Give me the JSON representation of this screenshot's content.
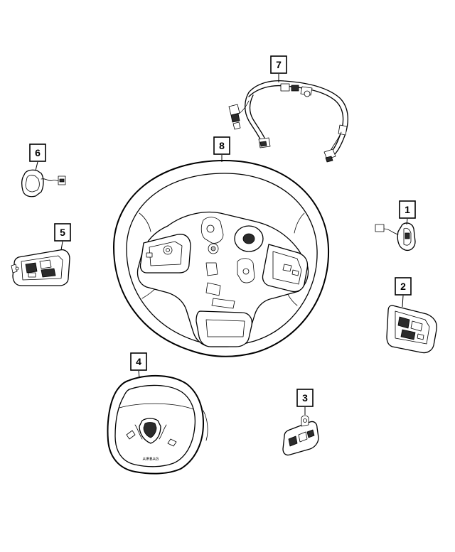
{
  "diagram": {
    "callouts": [
      {
        "id": "1",
        "label": "1"
      },
      {
        "id": "2",
        "label": "2"
      },
      {
        "id": "3",
        "label": "3"
      },
      {
        "id": "4",
        "label": "4"
      },
      {
        "id": "5",
        "label": "5"
      },
      {
        "id": "6",
        "label": "6"
      },
      {
        "id": "7",
        "label": "7"
      },
      {
        "id": "8",
        "label": "8"
      }
    ],
    "airbag_marking": "AIRBAG"
  }
}
